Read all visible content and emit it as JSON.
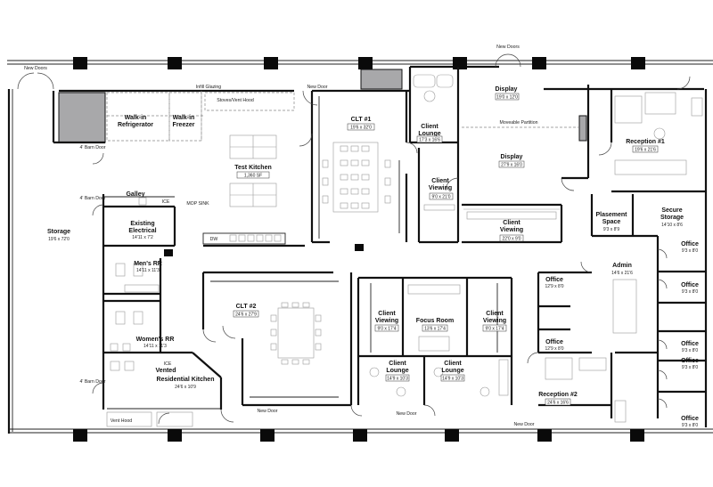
{
  "rooms": {
    "storage": {
      "name": "Storage",
      "dim": "19'6 x 72'0"
    },
    "galley": {
      "name": "Galley"
    },
    "existing_elec": {
      "name": "Existing Electrical",
      "dim": "14'11 x 7'2"
    },
    "mens_rr": {
      "name": "Men's RR",
      "dim": "14'11 x 11'3"
    },
    "womens_rr": {
      "name": "Women's RR",
      "dim": "14'11 x 11'3"
    },
    "vented_kitchen": {
      "name": "Vented Residential Kitchen",
      "dim": "24'6 x 10'9"
    },
    "walk_in_refrig": {
      "name": "Walk-in Refrigerator"
    },
    "walk_in_freezer": {
      "name": "Walk-in Freezer"
    },
    "test_kitchen": {
      "name": "Test Kitchen",
      "dim": "1,360 SF"
    },
    "clt1": {
      "name": "CLT #1",
      "dim": "19'6 x 32'0"
    },
    "clt2": {
      "name": "CLT #2",
      "dim": "24'6 x 27'9"
    },
    "client_lounge_top": {
      "name": "Client Lounge",
      "dim": "17'3 x 16'6"
    },
    "client_viewing_top": {
      "name": "Client Viewing",
      "dim": "9'0 x 21'0"
    },
    "display_top": {
      "name": "Display",
      "dim": "19'0 x 12'0"
    },
    "display_main": {
      "name": "Display",
      "dim": "27'9 x 16'0"
    },
    "client_viewing_right": {
      "name": "Client Viewing",
      "dim": "22'0 x 9'0"
    },
    "reception1": {
      "name": "Reception #1",
      "dim": "19'6 x 21'6"
    },
    "placement": {
      "name": "Plasement Space",
      "dim": "9'3 x 8'9"
    },
    "secure_storage": {
      "name": "Secure Storage",
      "dim": "14'10 x 8'6"
    },
    "admin": {
      "name": "Admin",
      "dim": "14'6 x 21'6"
    },
    "office_left1": {
      "name": "Office",
      "dim": "12'9 x 8'0"
    },
    "office_left2": {
      "name": "Office",
      "dim": "12'9 x 8'0"
    },
    "office_r1": {
      "name": "Office",
      "dim": "9'3 x 8'0"
    },
    "office_r2": {
      "name": "Office",
      "dim": "9'3 x 8'0"
    },
    "office_r3": {
      "name": "Office",
      "dim": "9'3 x 8'0"
    },
    "office_r4": {
      "name": "Office",
      "dim": "9'3 x 8'0"
    },
    "office_r5": {
      "name": "Office",
      "dim": "9'3 x 8'0"
    },
    "cv_mid1": {
      "name": "Client Viewing",
      "dim": "9'0 x 17'4"
    },
    "focus_room": {
      "name": "Focus Room",
      "dim": "13'6 x 17'4"
    },
    "cv_mid2": {
      "name": "Client Viewing",
      "dim": "9'0 x 17'4"
    },
    "lounge_b1": {
      "name": "Client Lounge",
      "dim": "14'9 x 10'3"
    },
    "lounge_b2": {
      "name": "Client Lounge",
      "dim": "14'9 x 10'3"
    },
    "reception2": {
      "name": "Reception #2",
      "dim": "24'6 x 16'6"
    }
  },
  "notes": {
    "new_doors_left": "New Doors",
    "new_doors_top": "New Doors",
    "infill_glazing": "Infill Glazing",
    "stoves_vent": "Stoves/Vent Hood",
    "new_door_top": "New Door",
    "barn_door_top": "4' Barn Door",
    "barn_door_mid": "4' Barn Door",
    "barn_door_bot": "4' Barn Door",
    "ice1": "ICE",
    "ice2": "ICE",
    "mop_sink": "MOP SINK",
    "dw": "DW",
    "moveable_partition": "Moveable Partition",
    "vent_hood": "Vent Hood",
    "new_door_b1": "New Door",
    "new_door_b2": "New Door",
    "new_door_b3": "New Door"
  }
}
